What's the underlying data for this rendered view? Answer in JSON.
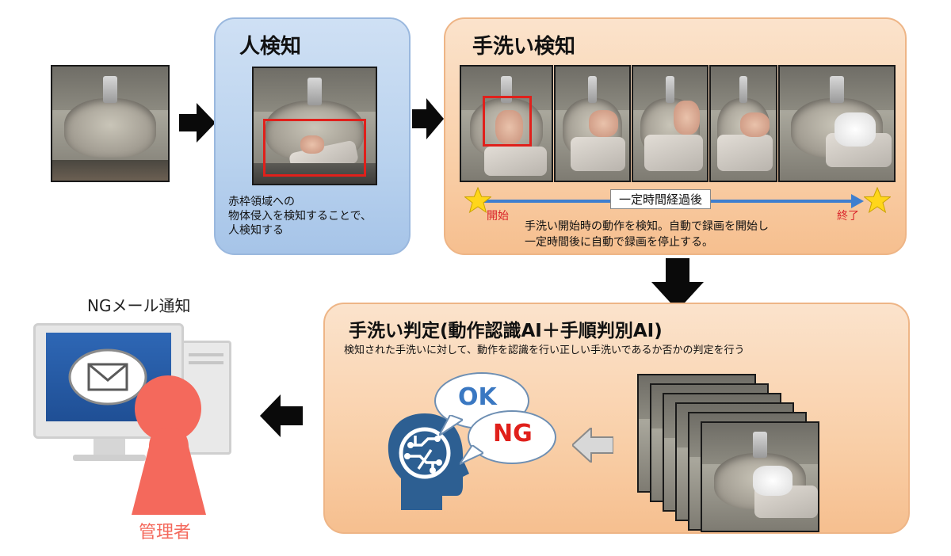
{
  "steps": {
    "person_detection": {
      "title": "人検知",
      "description": "赤枠領域への\n物体侵入を検知することで、\n人検知する"
    },
    "handwash_detection": {
      "title": "手洗い検知",
      "timeline_label": "一定時間経過後",
      "start_label": "開始",
      "end_label": "終了",
      "description": "手洗い開始時の動作を検知。自動で録画を開始し\n一定時間後に自動で録画を停止する。"
    },
    "handwash_judgement": {
      "title": "手洗い判定(動作認識AI＋手順判別AI)",
      "description": "検知された手洗いに対して、動作を認識を行い正しい手洗いであるか否かの判定を行う",
      "ok_label": "OK",
      "ng_label": "NG"
    },
    "ng_notification": {
      "title": "NGメール通知",
      "recipient_label": "管理者"
    }
  },
  "colors": {
    "blue_panel": "#b9d2ee",
    "orange_panel": "#f9cfa8",
    "red_frame": "#e0201b",
    "timeline": "#3f7fcf",
    "star": "#ffd61a",
    "ok_text": "#3a78c2",
    "ng_text": "#e0201b",
    "admin_person": "#f4695c",
    "brain_icon": "#2d5f92"
  },
  "icons": [
    "arrow-right-icon",
    "arrow-down-icon",
    "arrow-left-icon",
    "star-icon",
    "brain-circuit-icon",
    "mail-icon",
    "computer-icon",
    "person-icon"
  ]
}
